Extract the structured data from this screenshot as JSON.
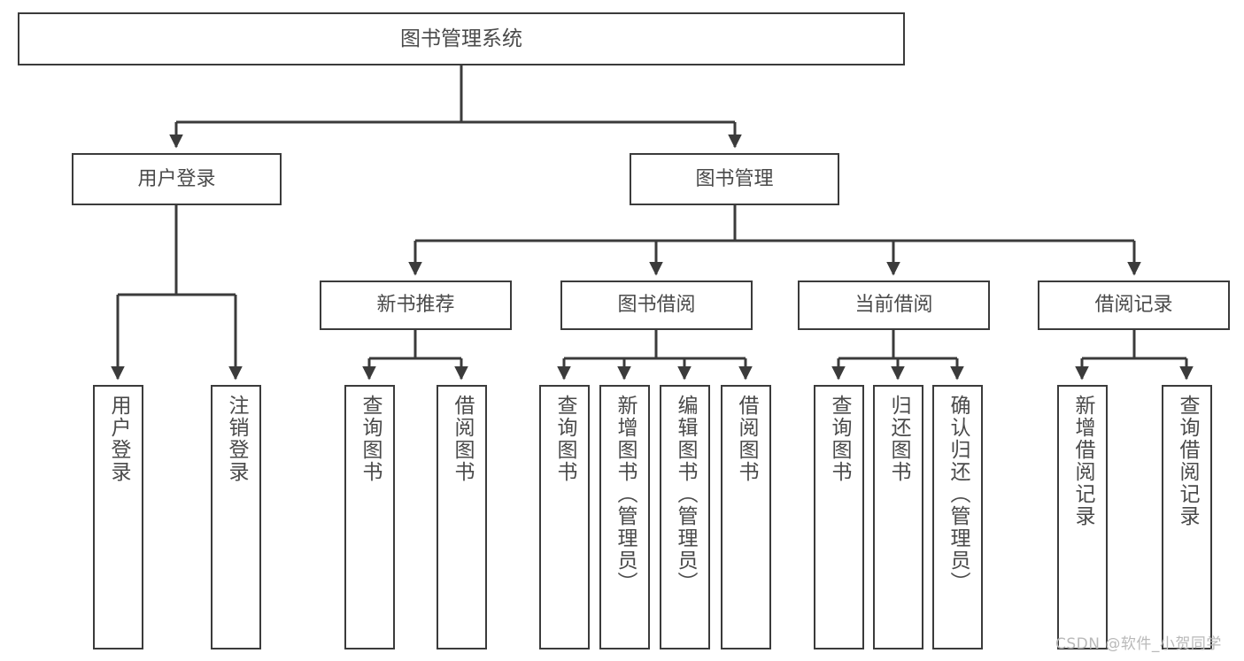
{
  "diagram": {
    "type": "tree-hierarchy-chart",
    "title": "图书管理系统",
    "colors": {
      "stroke": "#3b3b3b",
      "fill": "#ffffff",
      "text": "#4a4a4a",
      "background": "#ffffff",
      "watermark": "#b9b9b9"
    },
    "nodes": {
      "root": {
        "label": "图书管理系统"
      },
      "level1": [
        {
          "id": "user-login",
          "label": "用户登录"
        },
        {
          "id": "book-manage",
          "label": "图书管理"
        }
      ],
      "level2": [
        {
          "id": "new-book-recommend",
          "label": "新书推荐"
        },
        {
          "id": "book-borrow",
          "label": "图书借阅"
        },
        {
          "id": "current-borrow",
          "label": "当前借阅"
        },
        {
          "id": "borrow-record",
          "label": "借阅记录"
        }
      ],
      "leaves": {
        "user_login": [
          {
            "id": "leaf-user-login",
            "label": "用户登录"
          },
          {
            "id": "leaf-logout-login",
            "label": "注销登录"
          }
        ],
        "new_book_recommend": [
          {
            "id": "leaf-query-book-1",
            "label": "查询图书"
          },
          {
            "id": "leaf-borrow-book-1",
            "label": "借阅图书"
          }
        ],
        "book_borrow": [
          {
            "id": "leaf-query-book-2",
            "label": "查询图书"
          },
          {
            "id": "leaf-add-book",
            "label": "新增图书（管理员）"
          },
          {
            "id": "leaf-edit-book",
            "label": "编辑图书（管理员）"
          },
          {
            "id": "leaf-borrow-book-2",
            "label": "借阅图书"
          }
        ],
        "current_borrow": [
          {
            "id": "leaf-query-book-3",
            "label": "查询图书"
          },
          {
            "id": "leaf-return-book",
            "label": "归还图书"
          },
          {
            "id": "leaf-confirm-return",
            "label": "确认归还（管理员）"
          }
        ],
        "borrow_record": [
          {
            "id": "leaf-add-record",
            "label": "新增借阅记录"
          },
          {
            "id": "leaf-query-record",
            "label": "查询借阅记录"
          }
        ]
      }
    }
  },
  "watermark": {
    "text": "CSDN @软件_小贺同学"
  }
}
